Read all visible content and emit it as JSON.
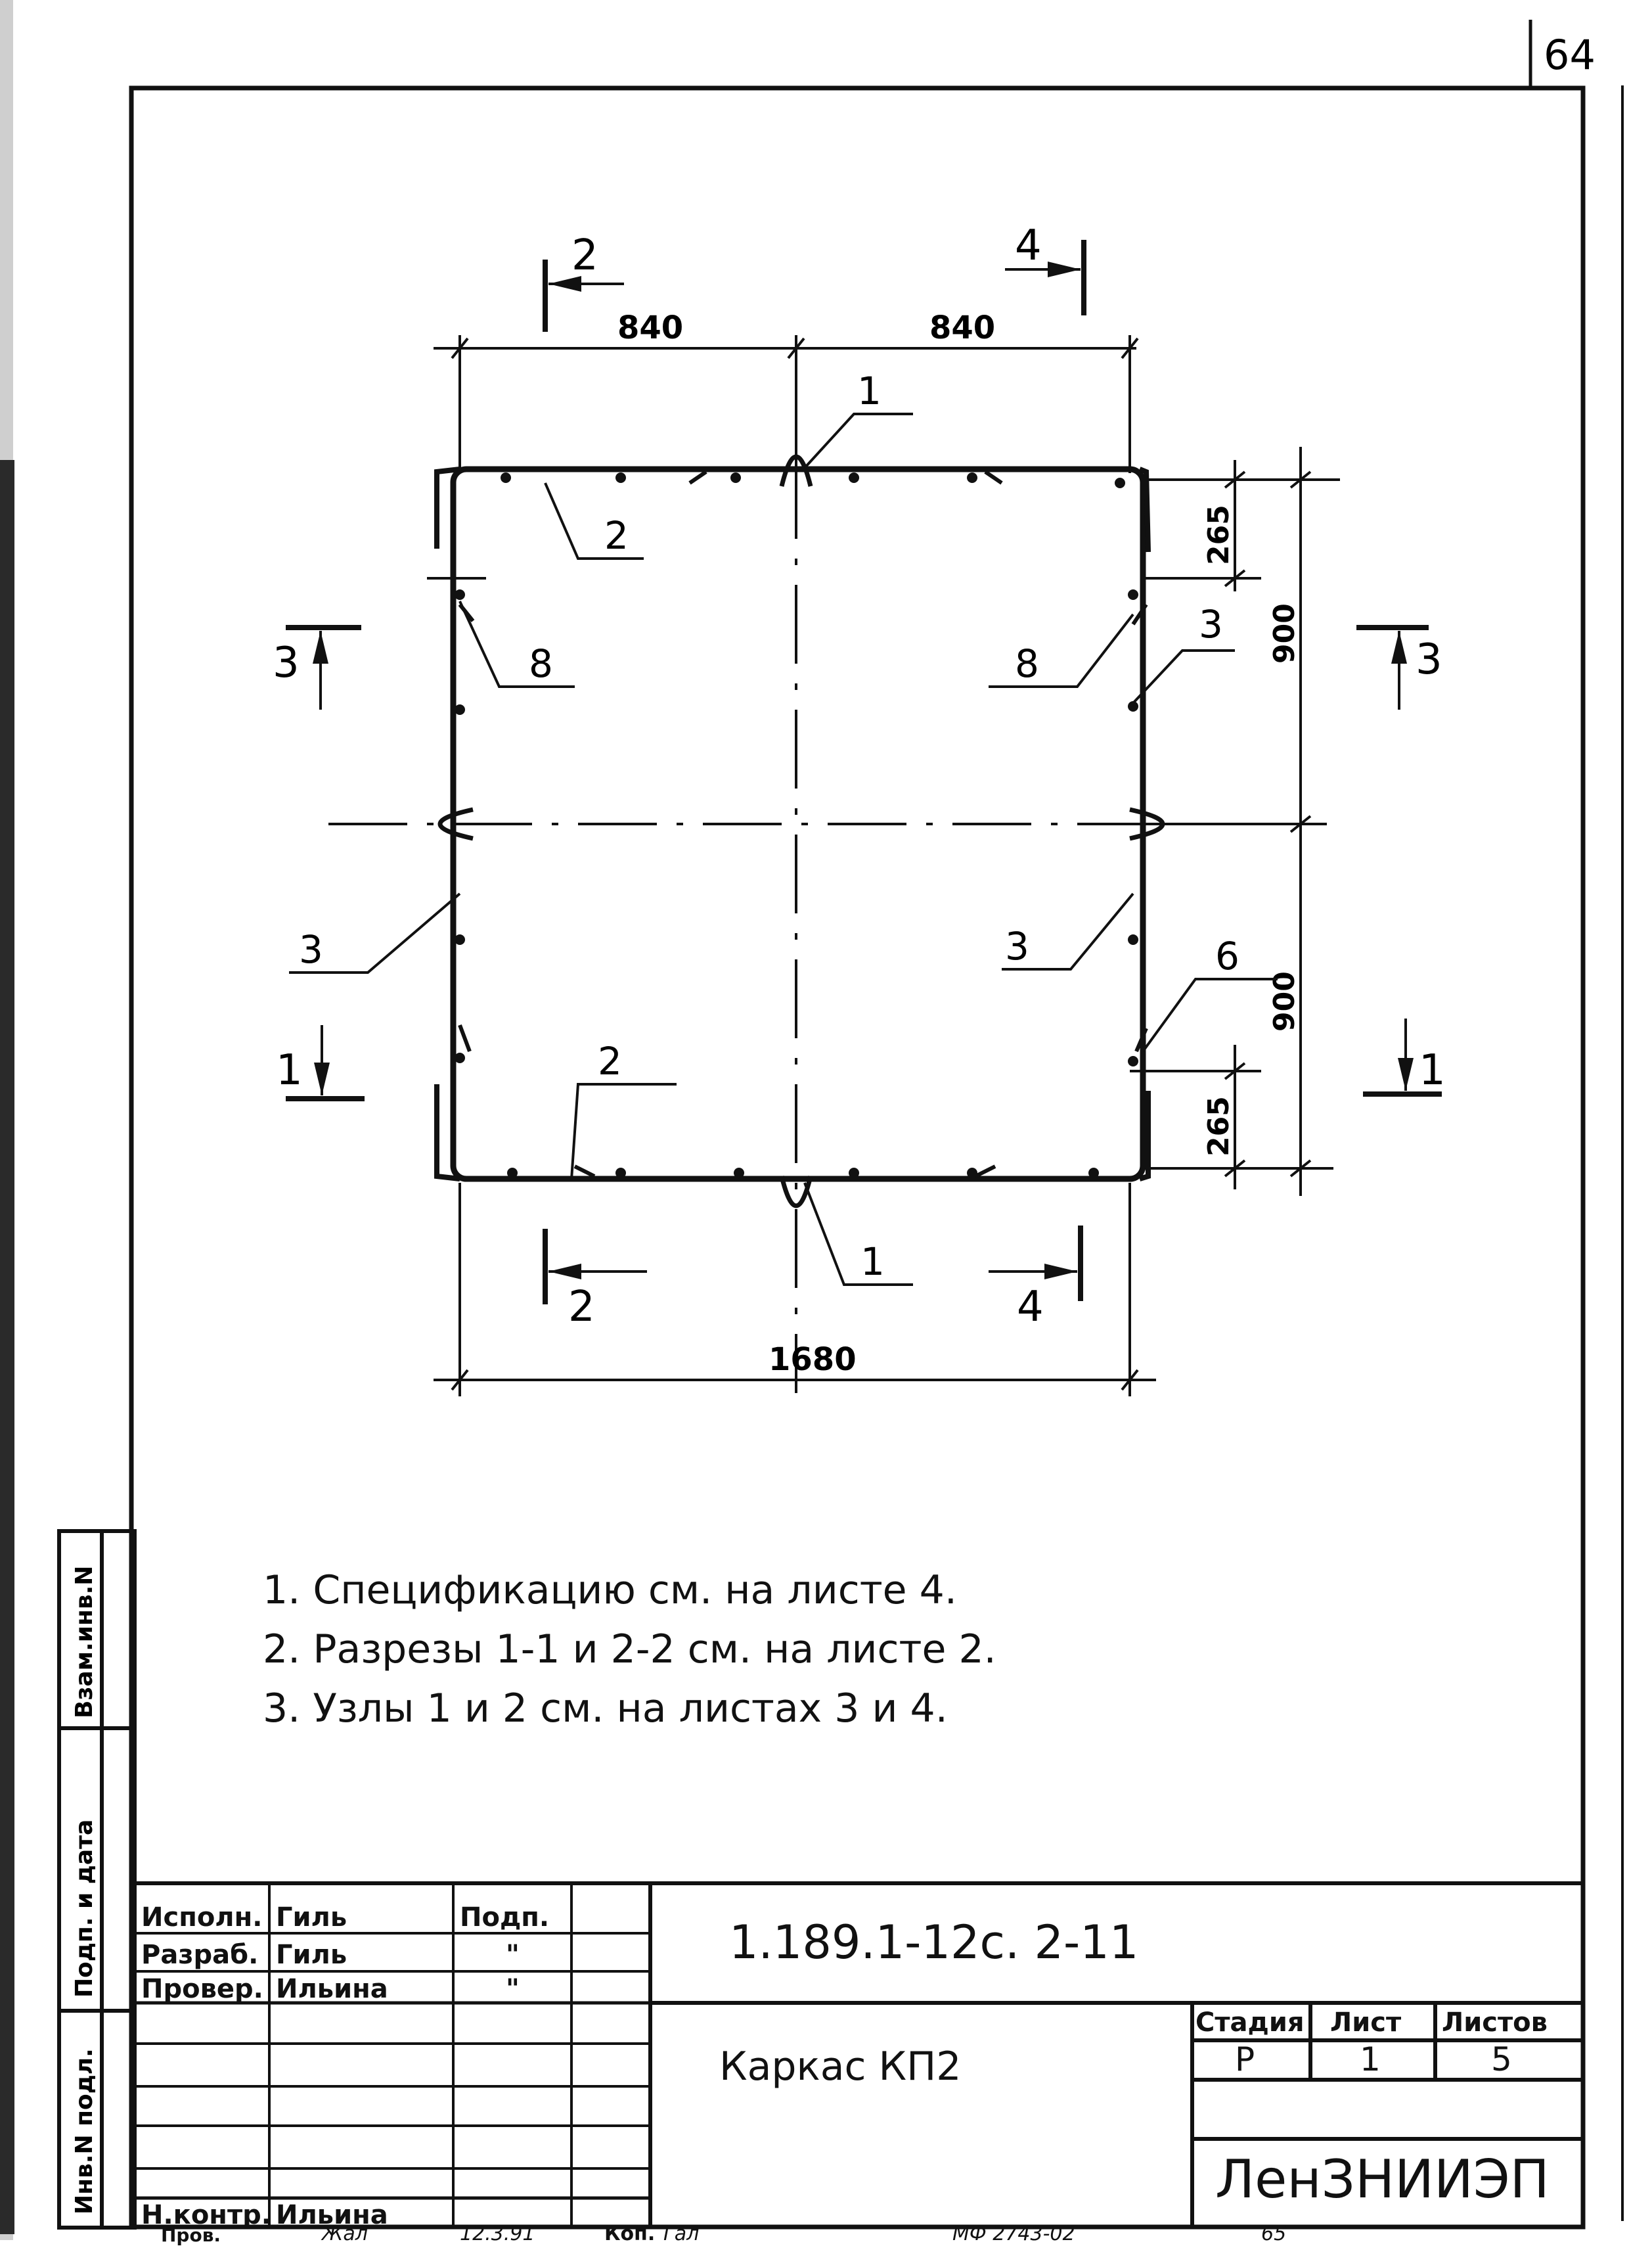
{
  "sheet_corner_number": "64",
  "drawing": {
    "dimensions": {
      "top_left": "840",
      "top_right": "840",
      "bottom_total": "1680",
      "right_upper_small": "265",
      "right_upper": "900",
      "right_lower": "900",
      "right_lower_small": "265"
    },
    "sections": {
      "top_left": "2",
      "top_right": "4",
      "bottom_left": "2",
      "bottom_right": "4",
      "left_upper": "3",
      "right_upper": "3",
      "left_lower": "1",
      "right_lower": "1"
    },
    "callouts": {
      "node_top": "1",
      "node_bottom": "1",
      "bar_top": "2",
      "bar_bottom": "2",
      "left_upper_8": "8",
      "right_upper_8": "8",
      "right_upper_3": "3",
      "left_lower_3": "3",
      "right_lower_3": "3",
      "right_lower_6": "6"
    }
  },
  "notes": [
    "1. Спецификацию см. на листе 4.",
    "2. Разрезы 1-1 и 2-2 см. на листе 2.",
    "3. Узлы 1 и 2 см. на листах 3 и 4."
  ],
  "side_stamp": {
    "inv_podl": "Инв.N подл.",
    "podp_data": "Подп. и дата",
    "vzam_inv": "Взам.инв.N"
  },
  "title_block": {
    "rows": [
      {
        "role": "Исполн.",
        "name": "Гиль",
        "sign": "Подп."
      },
      {
        "role": "Разраб.",
        "name": "Гиль",
        "sign": "\""
      },
      {
        "role": "Провер.",
        "name": "Ильина",
        "sign": "\""
      },
      {
        "role": "",
        "name": "",
        "sign": ""
      },
      {
        "role": "",
        "name": "",
        "sign": ""
      },
      {
        "role": "",
        "name": "",
        "sign": ""
      },
      {
        "role": "Н.контр.",
        "name": "Ильина",
        "sign": ""
      }
    ],
    "designation": "1.189.1-12с. 2-11",
    "item_title": "Каркас КП2",
    "stage_header": "Стадия",
    "sheet_header": "Лист",
    "sheets_header": "Листов",
    "stage": "Р",
    "sheet": "1",
    "sheets": "5",
    "organization": "ЛенЗНИИЭП"
  },
  "footer": {
    "prov": "Пров.",
    "signature": "Жал",
    "date": "12.3.91",
    "kop": "Коп.",
    "kop_sign": "Гал",
    "archive": "МФ 2743-02",
    "page": "65"
  }
}
